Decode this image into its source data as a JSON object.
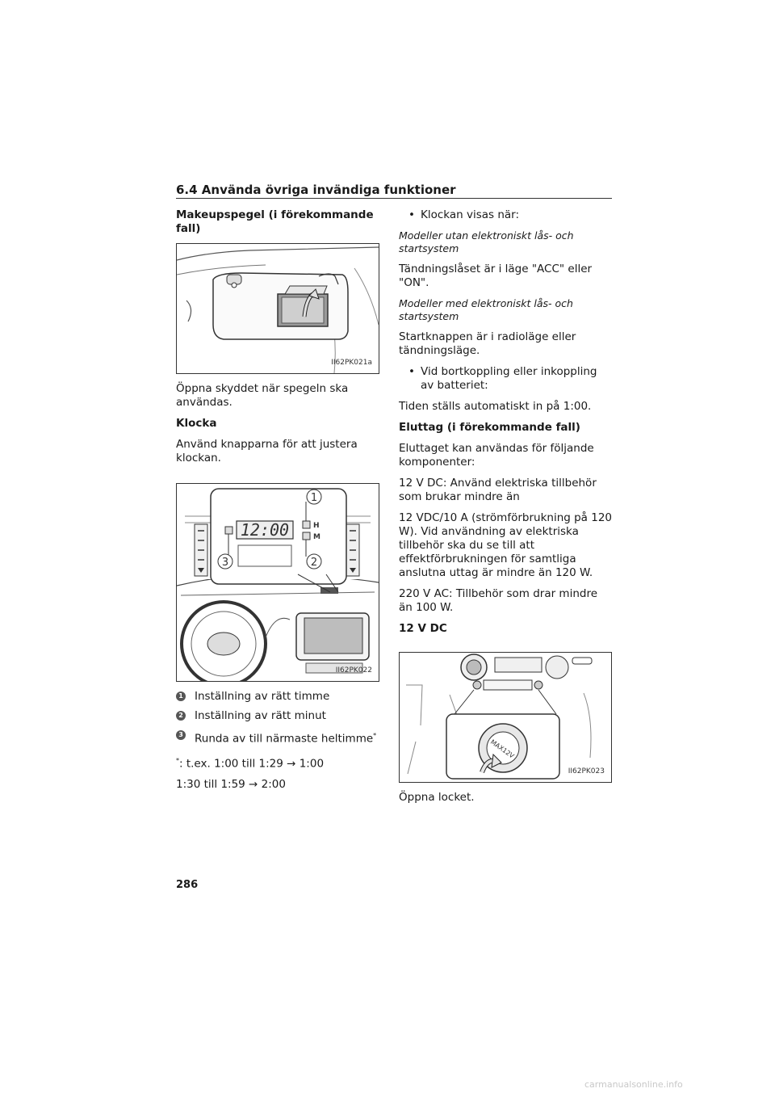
{
  "header": {
    "title": "6.4 Använda övriga invändiga funktioner"
  },
  "left": {
    "mirror_heading": "Makeupspegel (i förekommande fall)",
    "fig1_code": "II62PK021a",
    "mirror_text": "Öppna skyddet när spegeln ska användas.",
    "clock_heading": "Klocka",
    "clock_text": "Använd knapparna för att justera klockan.",
    "fig2_code": "II62PK022",
    "fig2_display": "12:00",
    "fig2_labels": {
      "h": "H",
      "m": "M",
      "c1": "1",
      "c2": "2",
      "c3": "3"
    },
    "items": [
      {
        "num": "1",
        "text": "Inställning av rätt timme"
      },
      {
        "num": "2",
        "text": "Inställning av rätt minut"
      },
      {
        "num": "3",
        "text": "Runda av till närmaste heltimme",
        "sup": "*"
      }
    ],
    "footnote_mark": "*",
    "footnote_line1": ": t.ex. 1:00 till 1:29 → 1:00",
    "footnote_line2": "1:30 till 1:59 → 2:00"
  },
  "right": {
    "bullet1": "Klockan visas när:",
    "italic1": "Modeller utan elektroniskt lås- och startsystem",
    "text1": "Tändningslåset är i läge \"ACC\" eller \"ON\".",
    "italic2": "Modeller med elektroniskt lås- och startsystem",
    "text2": "Startknappen är i radioläge eller tändningsläge.",
    "bullet2": "Vid bortkoppling eller inkoppling av batteriet:",
    "text3": "Tiden ställs automatiskt in på 1:00.",
    "outlet_heading": "Eluttag (i förekommande fall)",
    "outlet_text1": "Eluttaget kan användas för följande komponenter:",
    "outlet_text2": "12 V DC: Använd elektriska tillbehör som brukar mindre än",
    "outlet_text3": "12 VDC/10 A (strömförbrukning på 120 W). Vid användning av elektriska tillbehör ska du se till att effektförbrukningen för samtliga anslutna uttag är mindre än 120 W.",
    "outlet_text4": "220 V AC: Tillbehör som drar mindre än 100 W.",
    "dc_heading": "12 V DC",
    "fig3_code": "II62PK023",
    "fig3_cap": "MAX12V",
    "open_text": "Öppna locket."
  },
  "page_number": "286",
  "watermark": "carmanualsonline.info"
}
